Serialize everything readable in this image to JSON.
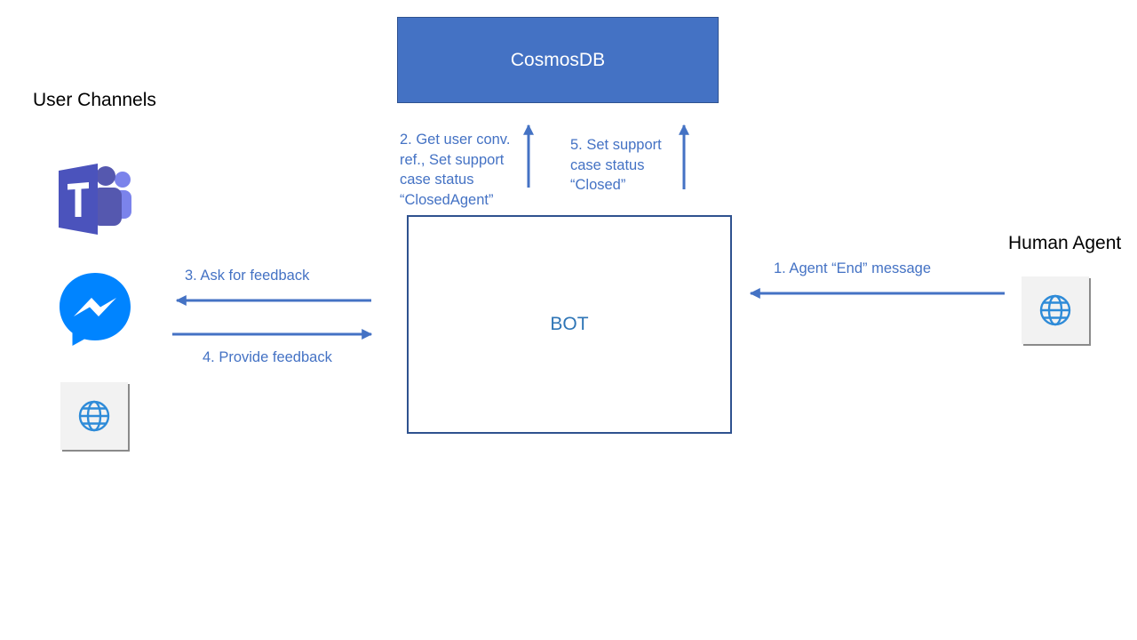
{
  "nodes": {
    "cosmosdb": "CosmosDB",
    "bot": "BOT"
  },
  "headings": {
    "user_channels": "User Channels",
    "human_agent": "Human Agent"
  },
  "steps": {
    "step1": "1. Agent “End” message",
    "step2": [
      "2. Get user conv.",
      "ref., Set support",
      "case status",
      "“ClosedAgent”"
    ],
    "step3": "3. Ask for feedback",
    "step4": "4. Provide feedback",
    "step5": [
      "5. Set support",
      "case status",
      "“Closed”"
    ]
  },
  "icons": {
    "teams": "microsoft-teams-icon",
    "messenger": "messenger-icon",
    "user_web": "web-chat-globe-icon",
    "agent_web": "web-chat-globe-icon"
  },
  "colors": {
    "accent": "#4472C4",
    "box_border": "#2F528F",
    "bot_text": "#2E75B6",
    "teams": "#5558AF",
    "messenger": "#0084FF"
  }
}
